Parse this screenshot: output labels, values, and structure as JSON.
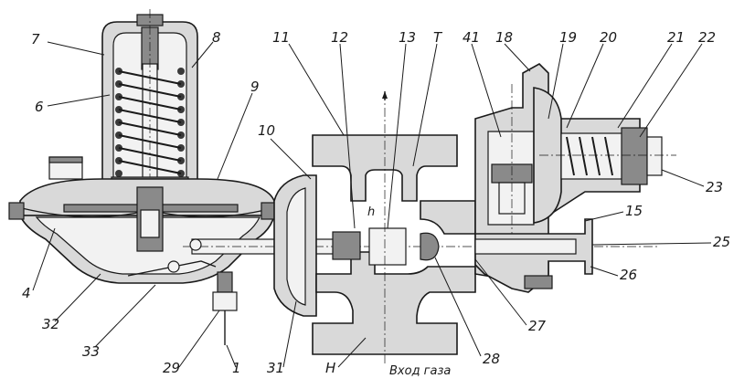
{
  "labels": [
    {
      "id": "7",
      "text": "7"
    },
    {
      "id": "8",
      "text": "8"
    },
    {
      "id": "6",
      "text": "6"
    },
    {
      "id": "9",
      "text": "9"
    },
    {
      "id": "10",
      "text": "10"
    },
    {
      "id": "11",
      "text": "11"
    },
    {
      "id": "12",
      "text": "12"
    },
    {
      "id": "13",
      "text": "13"
    },
    {
      "id": "T",
      "text": "T"
    },
    {
      "id": "41",
      "text": "41"
    },
    {
      "id": "18",
      "text": "18"
    },
    {
      "id": "19",
      "text": "19"
    },
    {
      "id": "20",
      "text": "20"
    },
    {
      "id": "21",
      "text": "21"
    },
    {
      "id": "22",
      "text": "22"
    },
    {
      "id": "23",
      "text": "23"
    },
    {
      "id": "15",
      "text": "15"
    },
    {
      "id": "25",
      "text": "25"
    },
    {
      "id": "26",
      "text": "26"
    },
    {
      "id": "27",
      "text": "27"
    },
    {
      "id": "28",
      "text": "28"
    },
    {
      "id": "H",
      "text": "H"
    },
    {
      "id": "31",
      "text": "31"
    },
    {
      "id": "1",
      "text": "1"
    },
    {
      "id": "29",
      "text": "29"
    },
    {
      "id": "33",
      "text": "33"
    },
    {
      "id": "32",
      "text": "32"
    },
    {
      "id": "4",
      "text": "4"
    },
    {
      "id": "h",
      "text": "h"
    }
  ],
  "gas_inlet_caption": "Вход газа"
}
